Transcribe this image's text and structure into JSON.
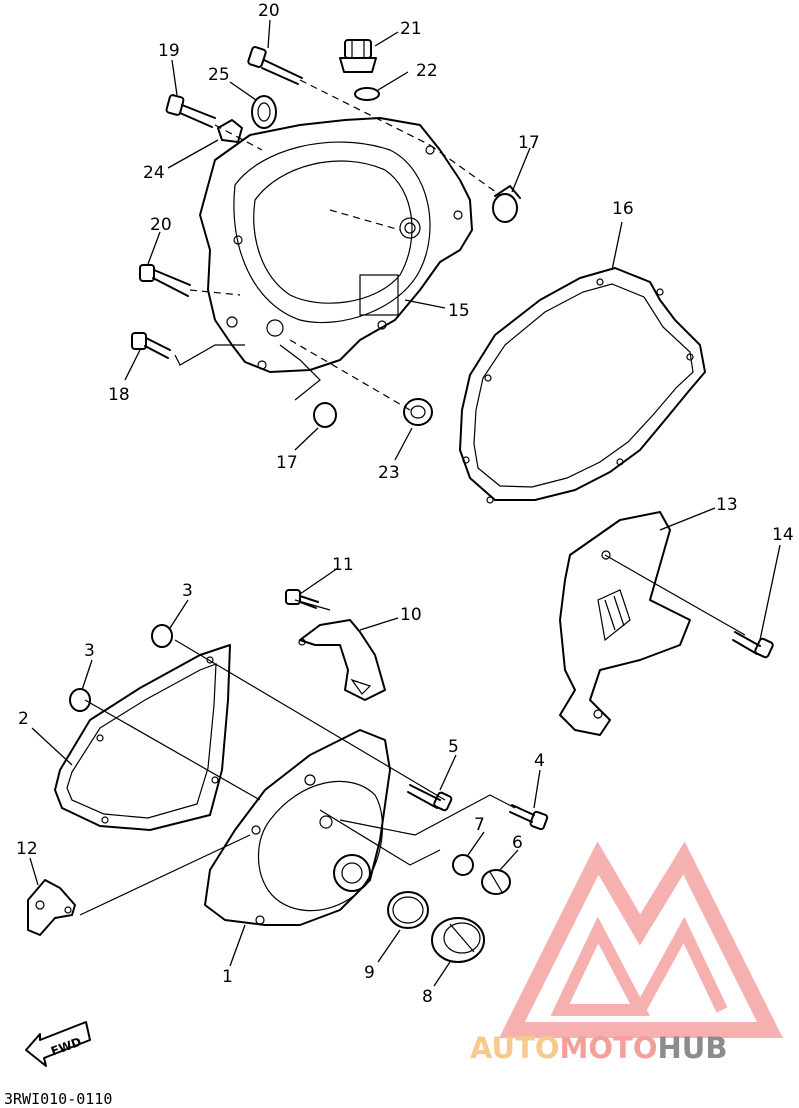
{
  "diagram_code": "3RWI010-0110",
  "fwd_label": "FWD",
  "callouts": {
    "c1": "1",
    "c2": "2",
    "c3a": "3",
    "c3b": "3",
    "c4": "4",
    "c5": "5",
    "c6": "6",
    "c7": "7",
    "c8": "8",
    "c9": "9",
    "c10": "10",
    "c11": "11",
    "c12": "12",
    "c13": "13",
    "c14": "14",
    "c15": "15",
    "c16": "16",
    "c17a": "17",
    "c17b": "17",
    "c18": "18",
    "c19": "19",
    "c20a": "20",
    "c20b": "20",
    "c21": "21",
    "c22": "22",
    "c23": "23",
    "c24": "24",
    "c25": "25"
  },
  "watermark": {
    "word_a": "AUTO",
    "word_b": "MOTO",
    "word_c": "HUB",
    "color_a": "#f6c98c",
    "color_b": "#f4a09a",
    "color_c": "#8c8c8c",
    "logo_color": "#f5a3a3"
  }
}
